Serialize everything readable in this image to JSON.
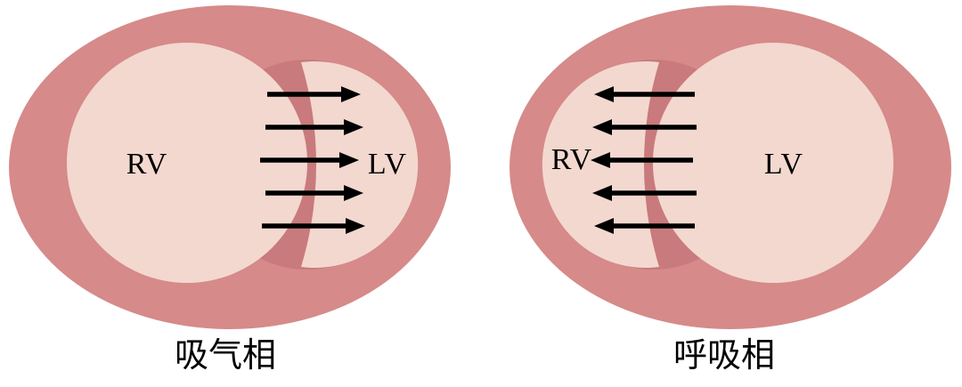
{
  "figure": {
    "panels": [
      {
        "caption": "吸气相",
        "left_chamber_label": "RV",
        "right_chamber_label": "LV",
        "arrow_direction": "right",
        "arrow_count": 5
      },
      {
        "caption": "呼吸相",
        "left_chamber_label": "RV",
        "right_chamber_label": "LV",
        "arrow_direction": "left",
        "arrow_count": 5
      }
    ]
  },
  "colors": {
    "myocardium": "#d68a8a",
    "septum_shadow": "#c97a7c",
    "chamber": "#f3d8cf",
    "arrow": "#000000",
    "background": "#ffffff",
    "text": "#000000"
  }
}
